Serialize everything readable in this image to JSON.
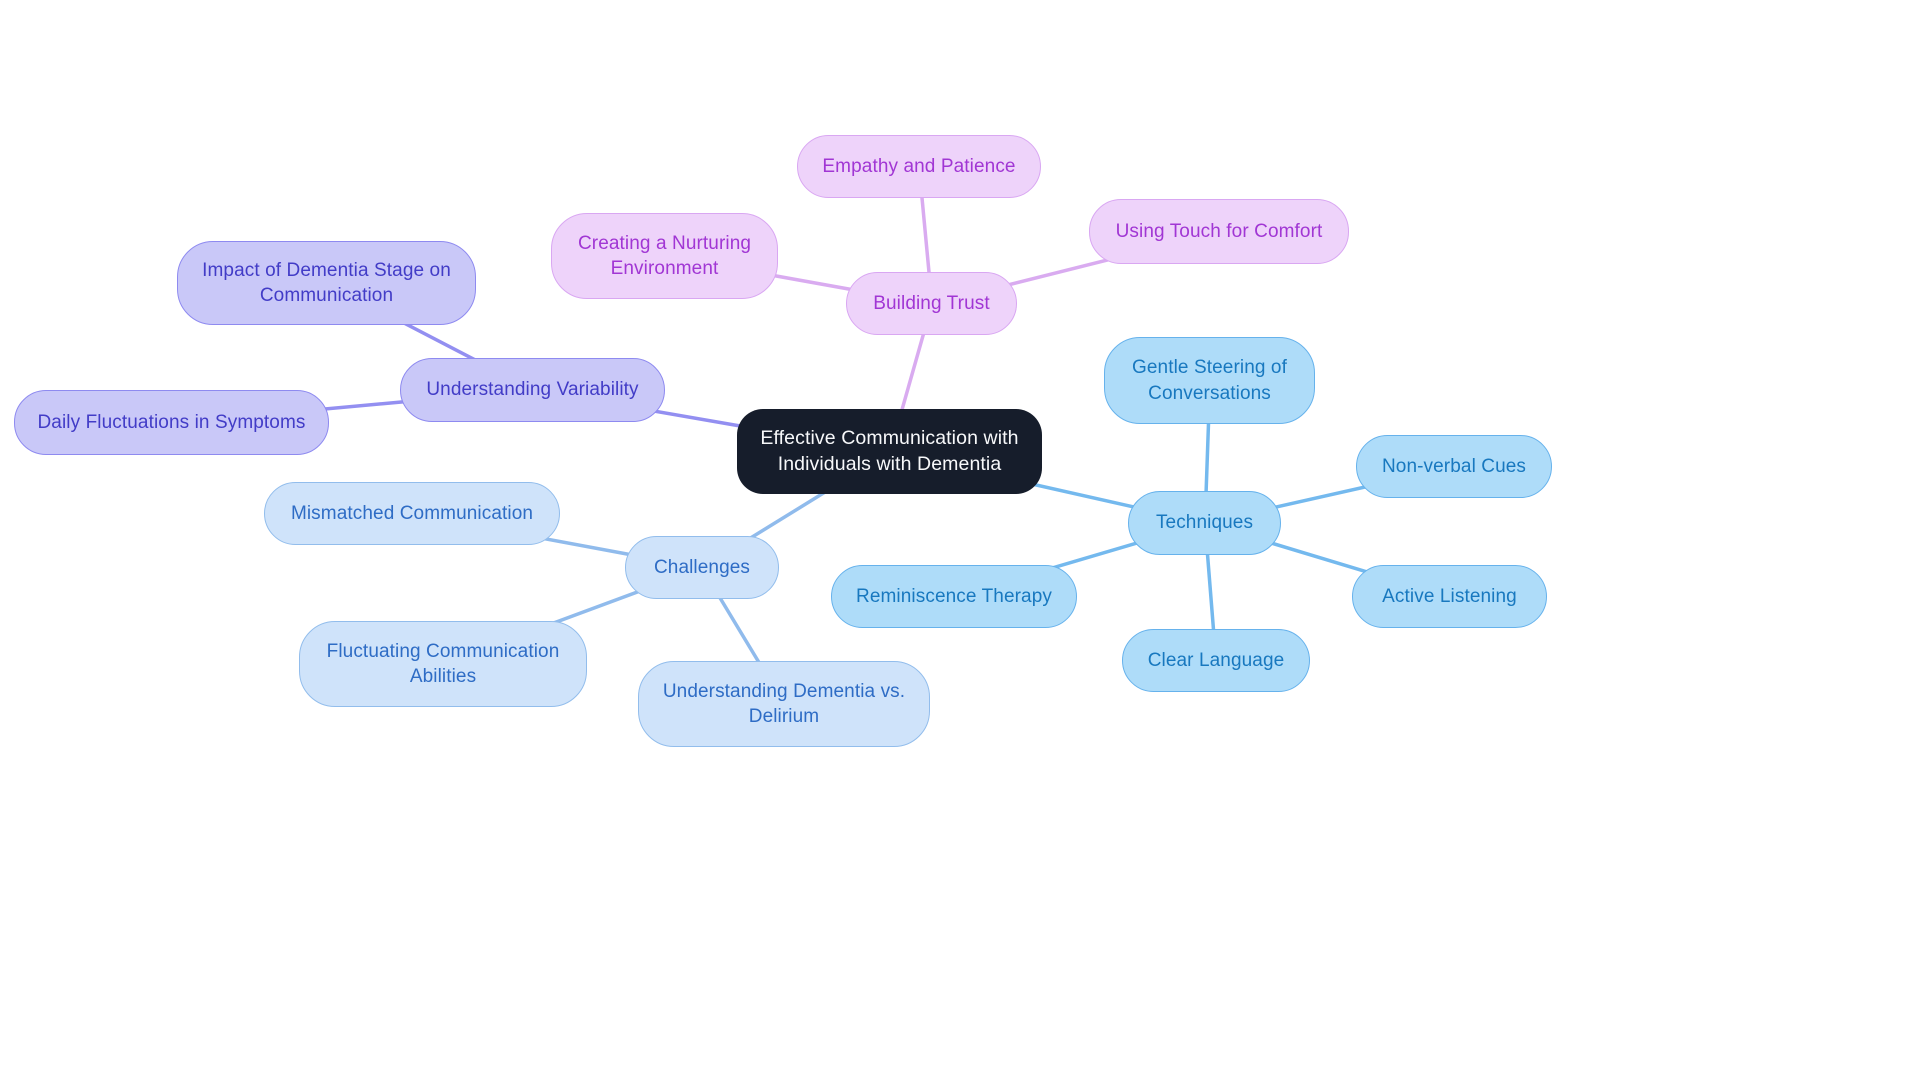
{
  "diagram": {
    "type": "mindmap",
    "background_color": "#ffffff",
    "central_topic": "Effective Communication with Individuals with Dementia"
  },
  "nodes": {
    "central": {
      "label": "Effective Communication with Individuals with Dementia"
    },
    "building_trust": {
      "label": "Building Trust"
    },
    "empathy_and_patience": {
      "label": "Empathy and Patience"
    },
    "creating_a_nurturing_environment": {
      "label": "Creating a Nurturing Environment"
    },
    "using_touch_for_comfort": {
      "label": "Using Touch for Comfort"
    },
    "understanding_variability": {
      "label": "Understanding Variability"
    },
    "impact_of_dementia_stage": {
      "label": "Impact of Dementia Stage on Communication"
    },
    "daily_fluctuations": {
      "label": "Daily Fluctuations in Symptoms"
    },
    "techniques": {
      "label": "Techniques"
    },
    "gentle_steering": {
      "label": "Gentle Steering of Conversations"
    },
    "non_verbal_cues": {
      "label": "Non-verbal Cues"
    },
    "active_listening": {
      "label": "Active Listening"
    },
    "clear_language": {
      "label": "Clear Language"
    },
    "reminiscence_therapy": {
      "label": "Reminiscence Therapy"
    },
    "challenges": {
      "label": "Challenges"
    },
    "mismatched_communication": {
      "label": "Mismatched Communication"
    },
    "fluctuating_abilities": {
      "label": "Fluctuating Communication Abilities"
    },
    "dementia_vs_delirium": {
      "label": "Understanding Dementia vs. Delirium"
    }
  },
  "branches": [
    {
      "name": "Building Trust",
      "children": [
        "Empathy and Patience",
        "Creating a Nurturing Environment",
        "Using Touch for Comfort"
      ],
      "colors": {
        "fill": "#eed3fa",
        "border": "#d9a7f2",
        "text": "#a136d4",
        "edge": "#d9abf0"
      }
    },
    {
      "name": "Understanding Variability",
      "children": [
        "Impact of Dementia Stage on Communication",
        "Daily Fluctuations in Symptoms"
      ],
      "colors": {
        "fill": "#c9c8f8",
        "border": "#8e8af0",
        "text": "#423cc7",
        "edge": "#938ff1"
      }
    },
    {
      "name": "Techniques",
      "children": [
        "Gentle Steering of Conversations",
        "Non-verbal Cues",
        "Active Listening",
        "Clear Language",
        "Reminiscence Therapy"
      ],
      "colors": {
        "fill": "#aedcf9",
        "border": "#66b2ec",
        "text": "#1878bf",
        "edge": "#74b9ee"
      }
    },
    {
      "name": "Challenges",
      "children": [
        "Mismatched Communication",
        "Fluctuating Communication Abilities",
        "Understanding Dementia vs. Delirium"
      ],
      "colors": {
        "fill": "#cfe3fa",
        "border": "#92bdec",
        "text": "#2e6cc5",
        "edge": "#90bbec"
      }
    }
  ],
  "central_colors": {
    "fill": "#161d2b",
    "text": "#ffffff"
  }
}
